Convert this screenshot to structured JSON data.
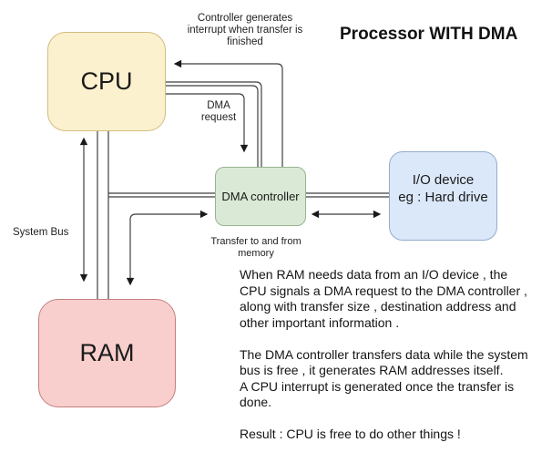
{
  "title": "Processor WITH DMA",
  "nodes": {
    "cpu": {
      "label": "CPU"
    },
    "ram": {
      "label": "RAM"
    },
    "dma": {
      "label": "DMA controller"
    },
    "io": {
      "lines": [
        "I/O device",
        "eg : Hard drive"
      ]
    }
  },
  "colors": {
    "cpu_fill": "#FBF1CE",
    "cpu_border": "#D3BC7F",
    "ram_fill": "#F8CFCD",
    "ram_border": "#C47F80",
    "dma_fill": "#DAE9D5",
    "dma_border": "#97B491",
    "io_fill": "#DBE8FA",
    "io_border": "#93ACCB",
    "line": "#3F3F3F",
    "text": "#1A1A1A"
  },
  "edge_labels": {
    "interrupt": [
      "Controller generates",
      "interrupt when transfer is",
      "finished"
    ],
    "dma_request": [
      "DMA",
      "request"
    ],
    "system_bus": "System Bus",
    "transfer": [
      "Transfer to and from",
      "memory"
    ]
  },
  "notes": {
    "paragraphs": [
      {
        "lines": [
          "When RAM needs data from an I/O device , the",
          "CPU signals a DMA request to the DMA controller ,",
          "along with transfer size , destination address and",
          "other important information ."
        ]
      },
      {
        "lines": [
          "The DMA controller transfers data while the system",
          "bus is free , it generates RAM addresses itself.",
          "A CPU interrupt is generated once the transfer is",
          "done."
        ]
      },
      {
        "lines": [
          "Result : CPU is free to do other things !"
        ]
      }
    ]
  }
}
